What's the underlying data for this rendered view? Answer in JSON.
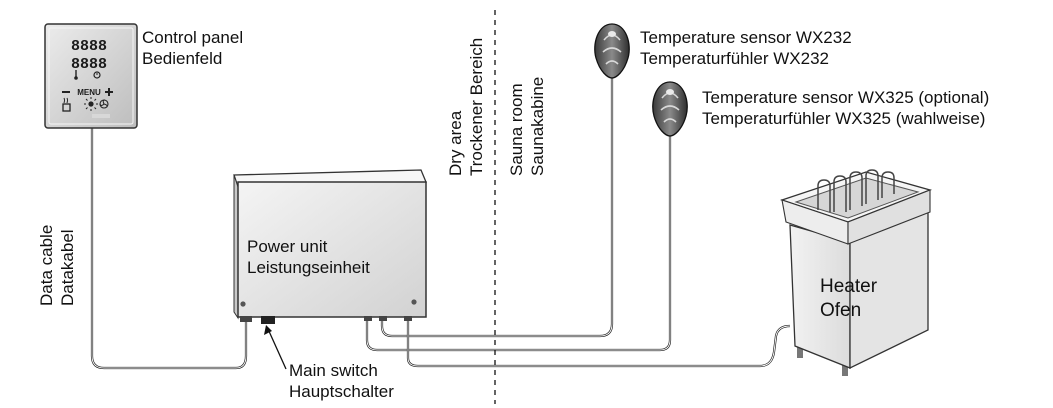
{
  "control_panel": {
    "label_en": "Control panel",
    "label_de": "Bedienfeld",
    "display_top": "8888",
    "display_bottom": "8888",
    "menu_text": "MENU"
  },
  "power_unit": {
    "label_en": "Power unit",
    "label_de": "Leistungseinheit"
  },
  "data_cable": {
    "label_en": "Data cable",
    "label_de": "Datakabel"
  },
  "main_switch": {
    "label_en": "Main switch",
    "label_de": "Hauptschalter"
  },
  "dry_area": {
    "label_en": "Dry area",
    "label_de": "Trockener Bereich"
  },
  "sauna_room": {
    "label_en": "Sauna room",
    "label_de": "Saunakabine"
  },
  "sensor_wx232": {
    "label_en": "Temperature sensor WX232",
    "label_de": "Temperaturfühler WX232"
  },
  "sensor_wx325": {
    "label_en": "Temperature sensor WX325 (optional)",
    "label_de": "Temperaturfühler WX325 (wahlweise)"
  },
  "heater": {
    "label_en": "Heater",
    "label_de": "Ofen"
  }
}
